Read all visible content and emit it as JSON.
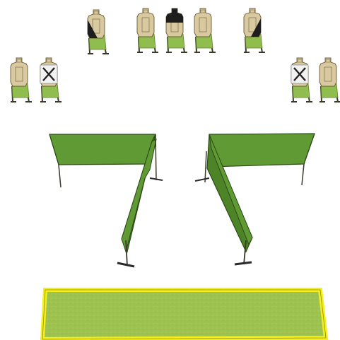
{
  "colors": {
    "background": "#ffffff",
    "target_tan": "#d8c9a0",
    "target_outline": "#6b5a34",
    "target_black": "#1e1e1e",
    "stand_green": "#8fbd4e",
    "stand_wood": "#3a3a2a",
    "wall_green": "#5f9a34",
    "wall_green_dark": "#4d8428",
    "wall_outline": "#2e4a18",
    "ground_green": "#9ec24f",
    "box_yellow": "#f4ee1a",
    "noshoot_white": "#f2f2f2"
  },
  "scene": {
    "targets": [
      {
        "kind": "steel-plate",
        "black": "partial-diagonal"
      },
      {
        "kind": "paper",
        "black": "none"
      },
      {
        "kind": "paper",
        "black": "head"
      },
      {
        "kind": "paper",
        "black": "none"
      },
      {
        "kind": "paper",
        "black": "partial-diagonal"
      },
      {
        "kind": "paper",
        "black": "none"
      },
      {
        "kind": "paper",
        "black": "no-shoot"
      },
      {
        "kind": "paper",
        "black": "no-shoot"
      },
      {
        "kind": "paper",
        "black": "none"
      }
    ],
    "walls": [
      "left-wall",
      "right-wall"
    ],
    "shooting_box": "fault-line-box"
  }
}
